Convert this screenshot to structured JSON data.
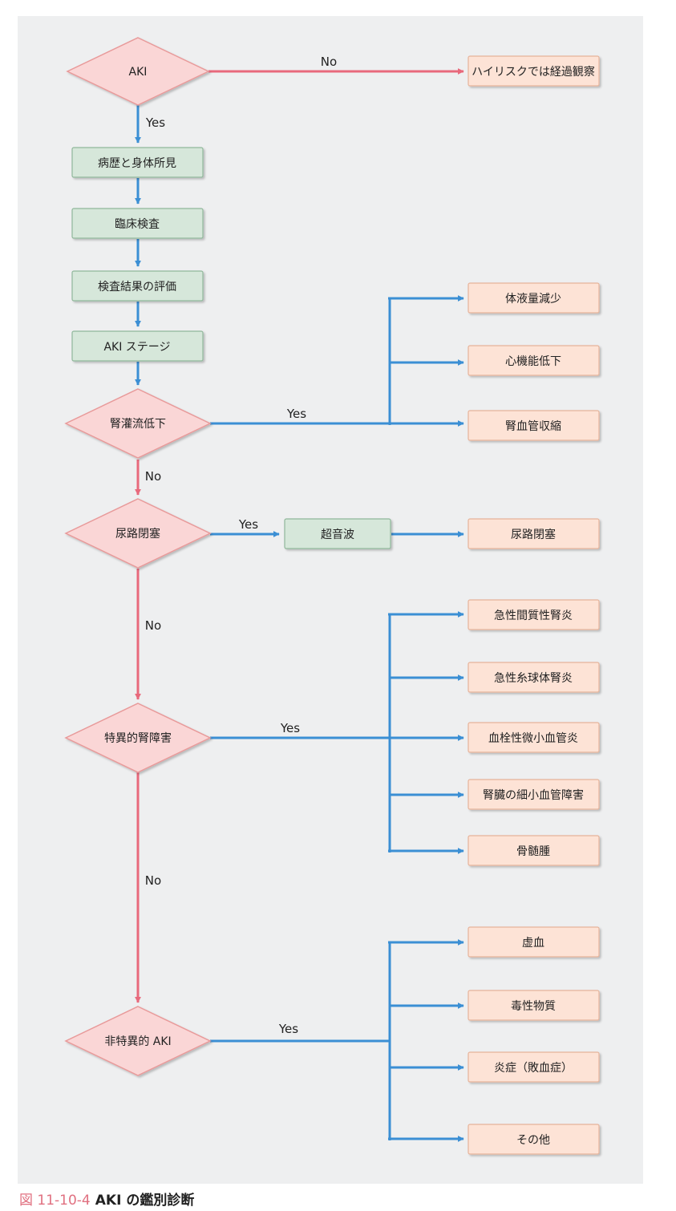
{
  "colors": {
    "yes_line": "#3b8fd4",
    "no_line": "#e8697c",
    "diamond_fill": "#fad6d6",
    "diamond_stroke": "#e89a9a",
    "process_fill": "#d6e7da",
    "process_stroke": "#8fb79a",
    "outcome_fill": "#fde3d6",
    "outcome_stroke": "#e6b39a"
  },
  "decisions": {
    "aki": "AKI",
    "hypoperfusion": "腎灌流低下",
    "obstruction": "尿路閉塞",
    "intrinsic": "特異的腎障害",
    "nonspecific": "非特異的 AKI"
  },
  "steps": {
    "history": "病歴と身体所見",
    "labs": "臨床検査",
    "evaluation": "検査結果の評価",
    "staging": "AKI ステージ",
    "ultrasound": "超音波"
  },
  "outcomes": {
    "observe": "ハイリスクでは経過観察",
    "hypovolemia": "体液量減少",
    "cardiac": "心機能低下",
    "vasoconstriction": "腎血管収縮",
    "obstruction_result": "尿路閉塞",
    "ain": "急性間質性腎炎",
    "agn": "急性糸球体腎炎",
    "tma": "血栓性微小血管炎",
    "small_vessel": "腎臓の細小血管障害",
    "myeloma": "骨髄腫",
    "ischemia": "虚血",
    "toxins": "毒性物質",
    "sepsis": "炎症（敗血症）",
    "other": "その他"
  },
  "edge_labels": {
    "aki_no": "No",
    "aki_yes": "Yes",
    "hypoperfusion_yes": "Yes",
    "hypoperfusion_no": "No",
    "obstruction_yes": "Yes",
    "obstruction_no": "No",
    "intrinsic_yes": "Yes",
    "intrinsic_no": "No",
    "nonspecific_yes": "Yes"
  },
  "caption": {
    "figure": "図 11-10-4",
    "title": "AKI の鑑別診断"
  }
}
